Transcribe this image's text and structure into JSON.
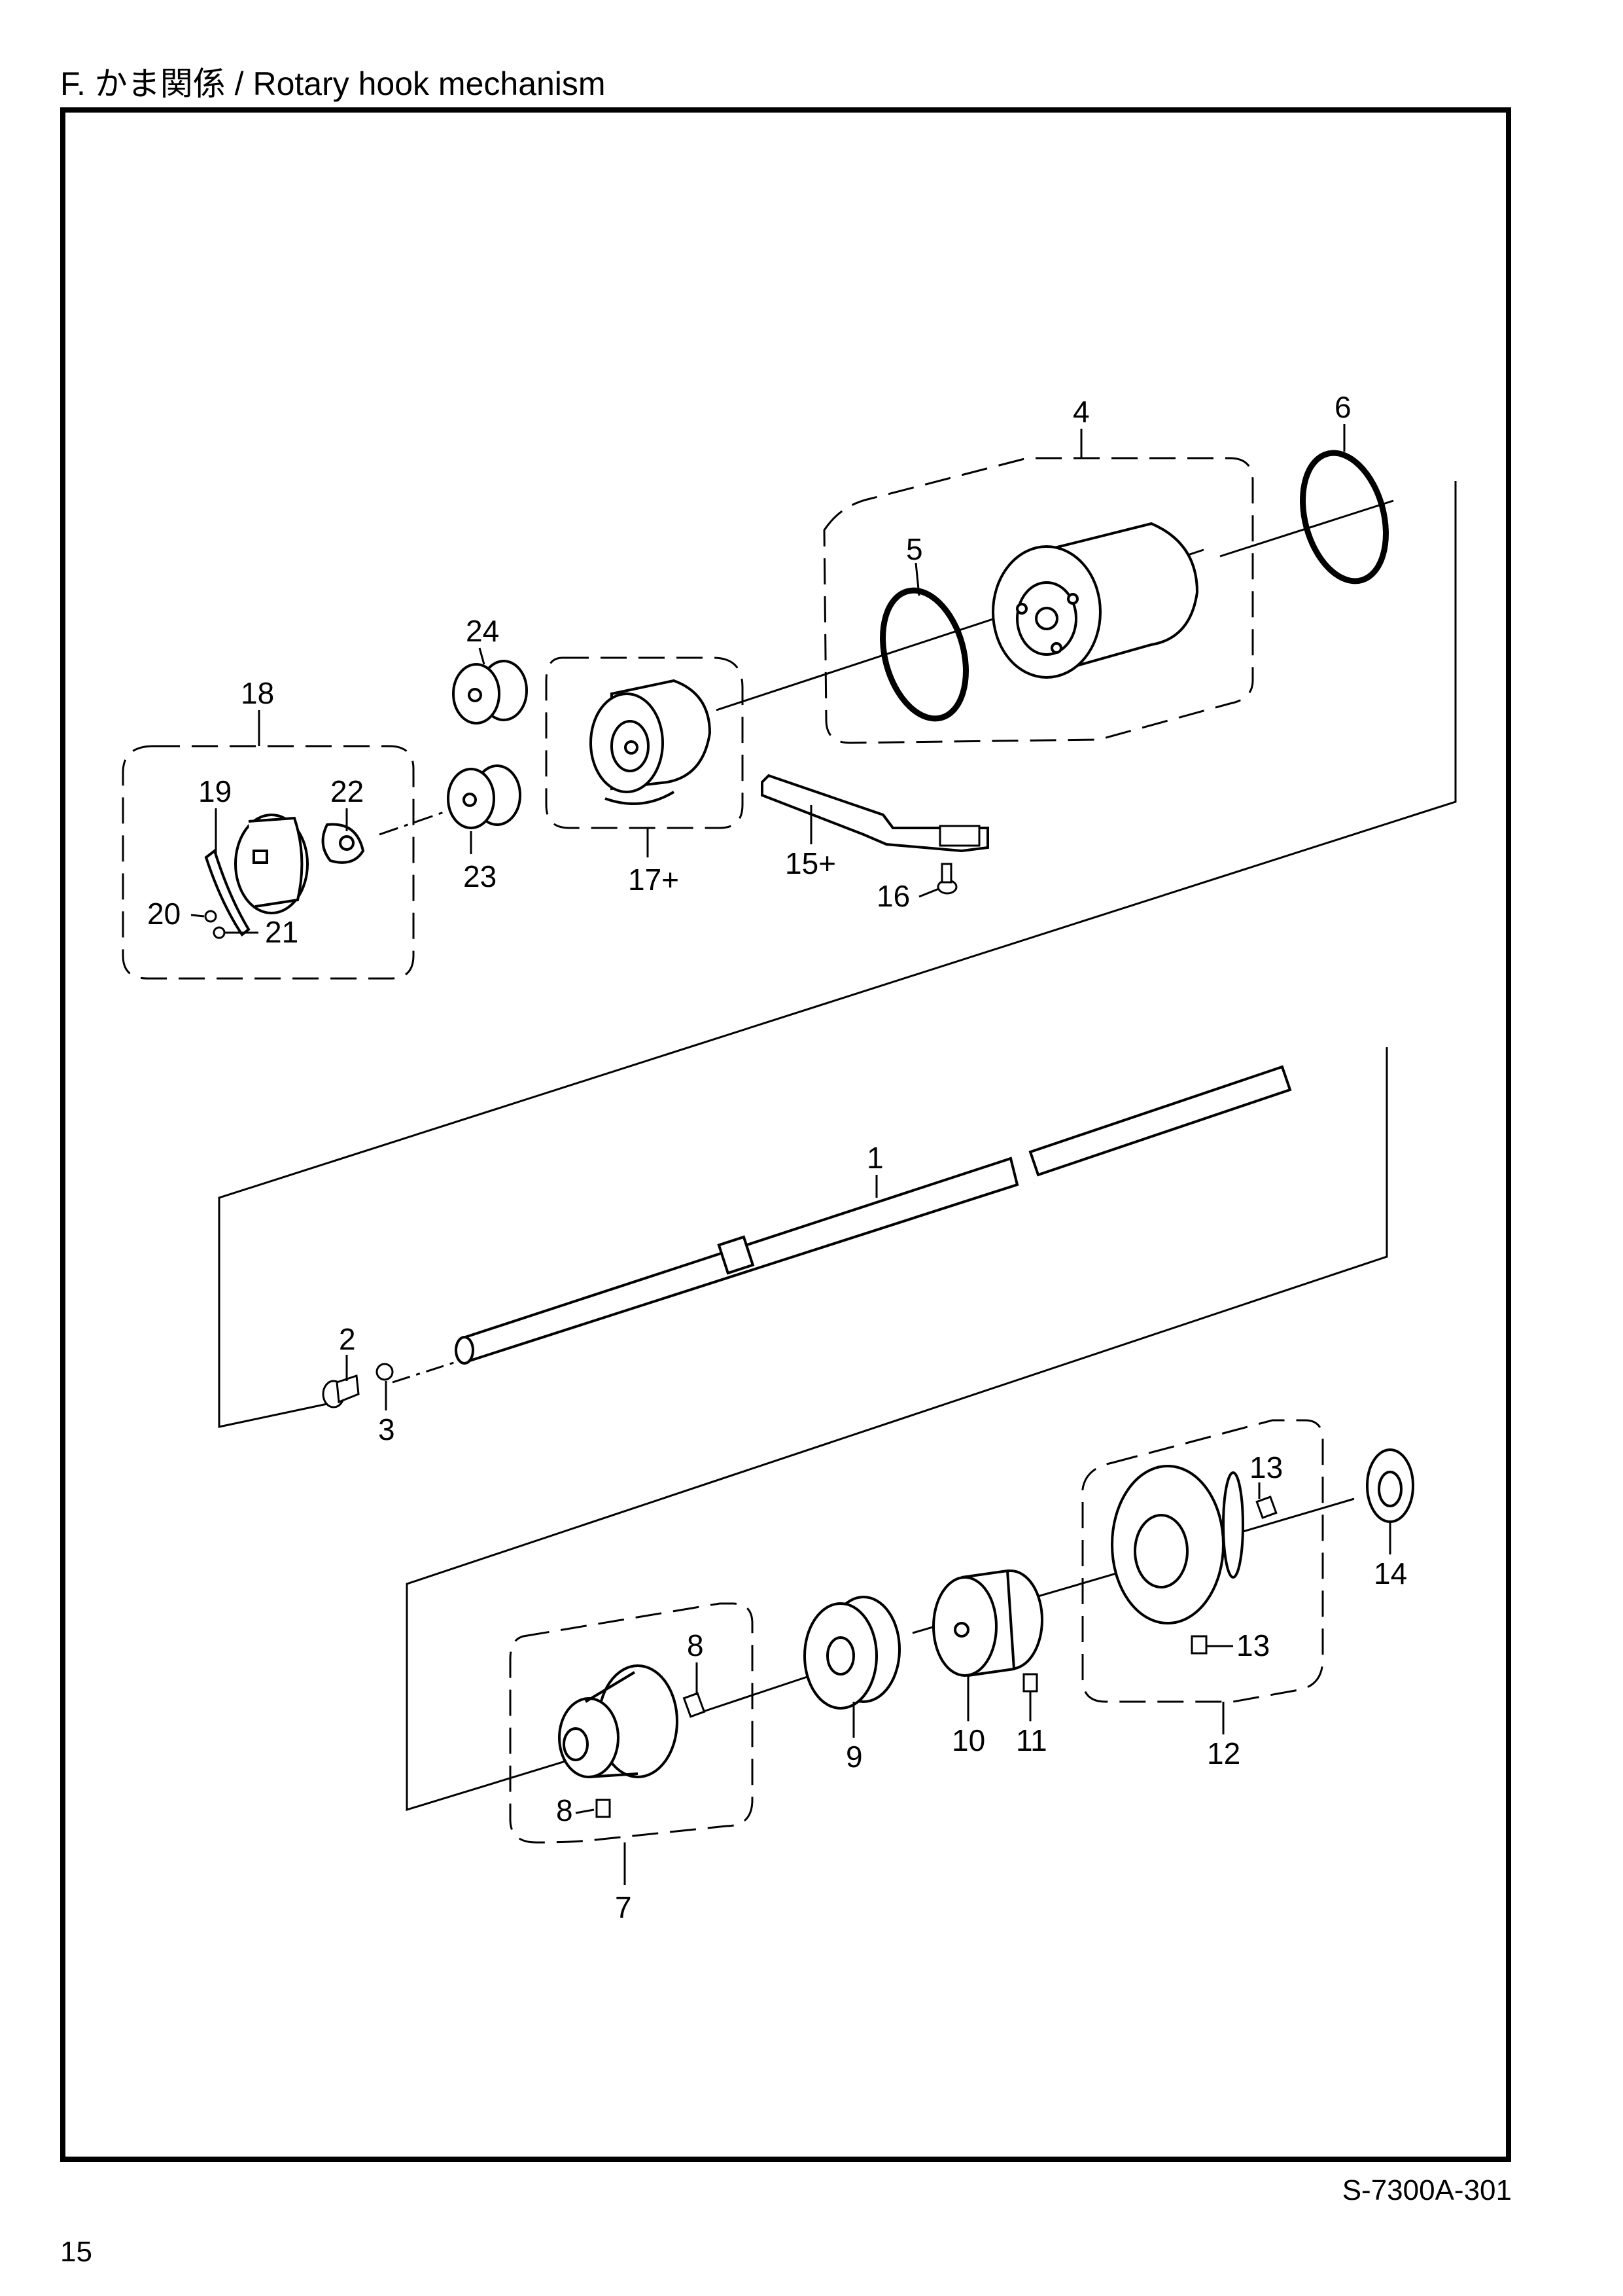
{
  "page": {
    "title": "F. かま関係 / Rotary hook mechanism",
    "doc_id": "S-7300A-301",
    "page_number": "15"
  },
  "callouts": {
    "c1": "1",
    "c2": "2",
    "c3": "3",
    "c4": "4",
    "c5": "5",
    "c6": "6",
    "c7": "7",
    "c8a": "8",
    "c8b": "8",
    "c9": "9",
    "c10": "10",
    "c11": "11",
    "c12": "12",
    "c13a": "13",
    "c13b": "13",
    "c14": "14",
    "c15": "15+",
    "c16": "16",
    "c17": "17+",
    "c18": "18",
    "c19": "19",
    "c20": "20",
    "c21": "21",
    "c22": "22",
    "c23": "23",
    "c24": "24"
  }
}
